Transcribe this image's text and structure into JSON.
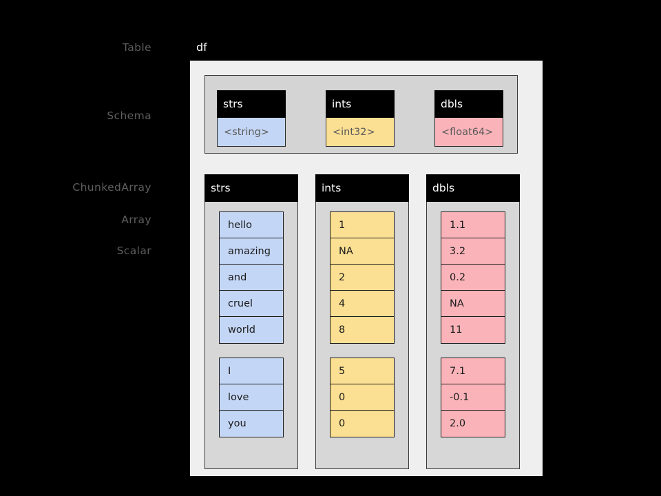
{
  "labels": {
    "table": "Table",
    "schema": "Schema",
    "chunked_array": "ChunkedArray",
    "array": "Array",
    "scalar": "Scalar"
  },
  "table": {
    "name": "df"
  },
  "colors": {
    "background": "#000000",
    "table_panel": "#efefef",
    "schema_panel": "#d4d4d4",
    "column_body": "#d7d7d7",
    "header": "#000000",
    "string_tint": "#c4d6f5",
    "int_tint": "#fbdf92",
    "float_tint": "#fab4b9",
    "label_text": "#5e5e5e"
  },
  "schema": {
    "fields": [
      {
        "name": "strs",
        "type": "<string>",
        "tint": "tint-blue"
      },
      {
        "name": "ints",
        "type": "<int32>",
        "tint": "tint-yellow"
      },
      {
        "name": "dbls",
        "type": "<float64>",
        "tint": "tint-pink"
      }
    ]
  },
  "columns": [
    {
      "name": "strs",
      "tint": "tint-blue",
      "align": "left",
      "chunks": [
        {
          "values": [
            "hello",
            "amazing",
            "and",
            "cruel",
            "world"
          ]
        },
        {
          "values": [
            "I",
            "love",
            "you"
          ]
        }
      ]
    },
    {
      "name": "ints",
      "tint": "tint-yellow",
      "align": "left",
      "chunks": [
        {
          "values": [
            "1",
            "NA",
            "2",
            "4",
            "8"
          ]
        },
        {
          "values": [
            "5",
            "0",
            "0"
          ]
        }
      ]
    },
    {
      "name": "dbls",
      "tint": "tint-pink",
      "align": "left",
      "chunks": [
        {
          "values": [
            "1.1",
            "3.2",
            "0.2",
            "NA",
            "11"
          ]
        },
        {
          "values": [
            "7.1",
            "-0.1",
            "2.0"
          ]
        }
      ]
    }
  ]
}
